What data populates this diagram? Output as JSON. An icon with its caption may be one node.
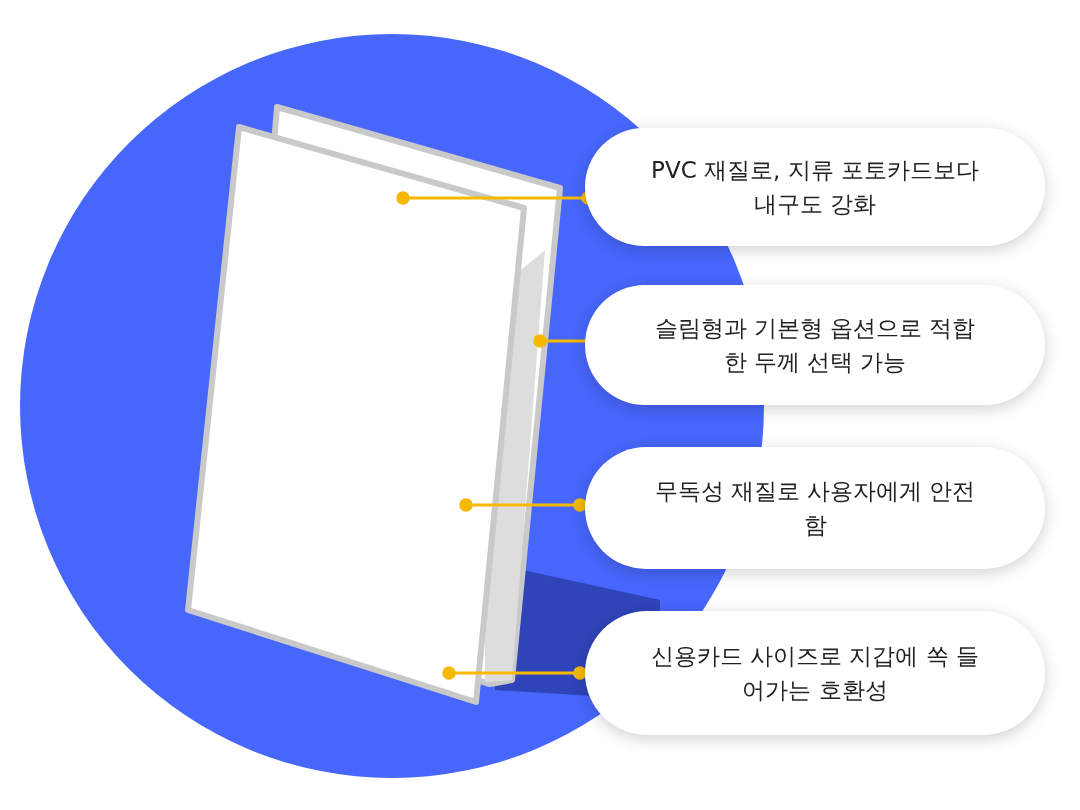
{
  "diagram": {
    "nodes": [
      {
        "text": [
          "PVC 재질로, 지류 포토카드보다 내구도 강화"
        ]
      },
      {
        "text": [
          "슬림형과 기본형 옵션으로 적합한 두께 선택 가능"
        ]
      },
      {
        "text": [
          "무독성 재질로 사용자에게 안전함"
        ]
      },
      {
        "text": [
          "신용카드 사이즈로 지갑에 쏙 들어가는 호환성"
        ]
      }
    ],
    "edges": [
      {
        "from": 0,
        "to": null,
        "arrow": "other"
      },
      {
        "from": 1,
        "to": null,
        "arrow": "other"
      },
      {
        "from": 2,
        "to": null,
        "arrow": "other"
      },
      {
        "from": 3,
        "to": null,
        "arrow": "other"
      }
    ]
  }
}
